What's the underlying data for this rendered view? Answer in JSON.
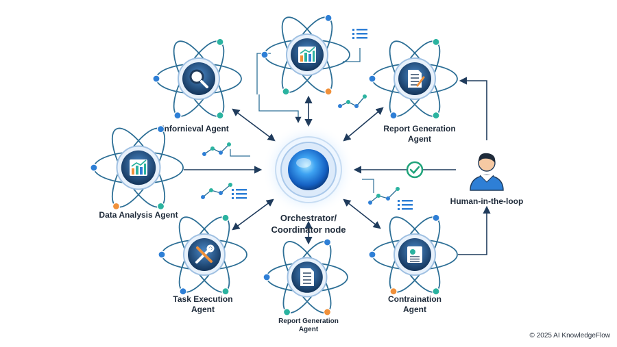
{
  "colors": {
    "background": "#ffffff",
    "orbit": "#2d6f96",
    "core": "#163a63",
    "arrow": "#1f3b5c",
    "accent_blue": "#2e7fd6",
    "accent_teal": "#2bb3a0",
    "accent_orange": "#f0903a",
    "check": "#1fa37a"
  },
  "center": {
    "line1": "Orchestrator/",
    "line2": "Coordinator node"
  },
  "agents": [
    {
      "id": "retrieval",
      "icon": "magnifier-icon",
      "lines": [
        "Infornieval Agent"
      ]
    },
    {
      "id": "analytics-top",
      "icon": "bar-chart-icon",
      "lines": []
    },
    {
      "id": "report-top",
      "icon": "document-pen-icon",
      "lines": [
        "Report Generation",
        "Agent"
      ]
    },
    {
      "id": "data-analysis",
      "icon": "bar-chart-icon",
      "lines": [
        "Data Analysis Agent"
      ]
    },
    {
      "id": "task-execution",
      "icon": "wrench-screwdriver-icon",
      "lines": [
        "Task Execution",
        "Agent"
      ]
    },
    {
      "id": "report-bottom",
      "icon": "document-icon",
      "lines": [
        "Report Generation",
        "Agent"
      ]
    },
    {
      "id": "contraination",
      "icon": "certificate-icon",
      "lines": [
        "Contraination",
        "Agent"
      ]
    }
  ],
  "human": {
    "label": "Human-in-the-loop",
    "icon": "person-icon"
  },
  "copyright": "© 2025 AI KnowledgeFlow"
}
